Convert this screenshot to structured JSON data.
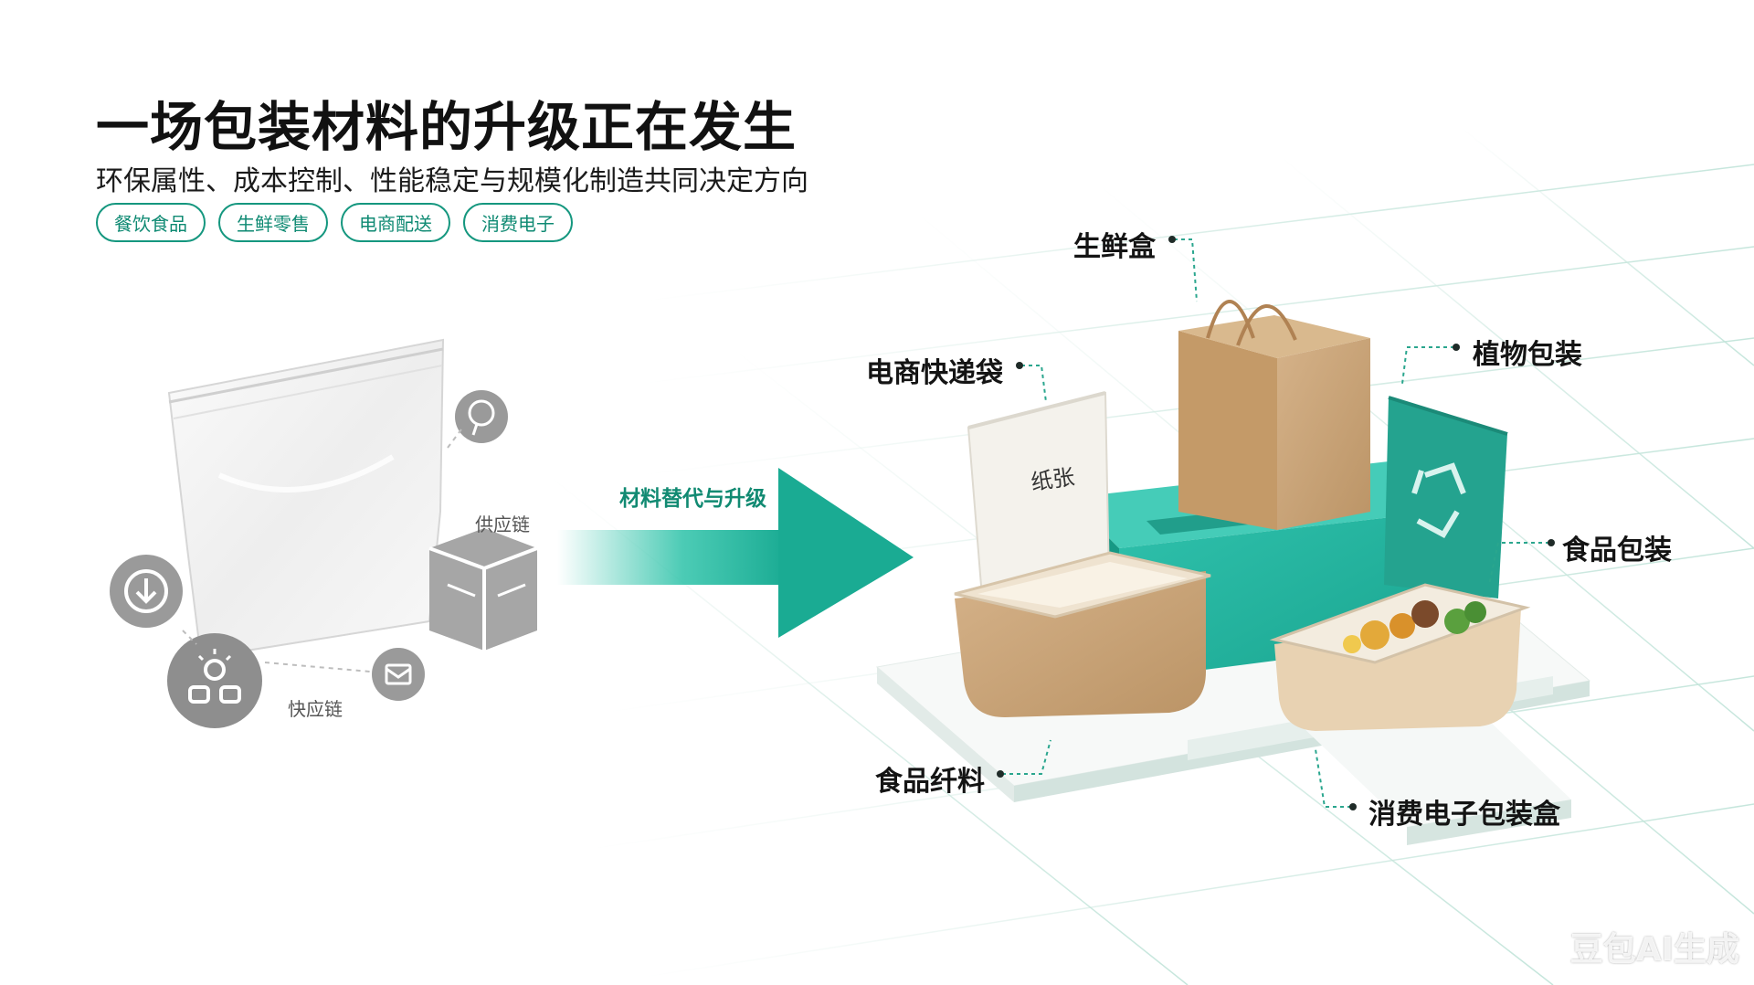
{
  "header": {
    "title": "一场包装材料的升级正在发生",
    "subtitle": "环保属性、成本控制、性能稳定与规模化制造共同决定方向",
    "tags": [
      "餐饮食品",
      "生鲜零售",
      "电商配送",
      "消费电子"
    ]
  },
  "left": {
    "label_top": "供应链",
    "label_bottom": "快应链"
  },
  "arrow": {
    "label": "材料替代与升级"
  },
  "products": {
    "paper_bag_text": "纸张",
    "labels": {
      "fresh_box": "生鲜盒",
      "ecommerce_bag": "电商快递袋",
      "plant_packaging": "植物包装",
      "food_packaging": "食品包装",
      "food_fiber": "食品纤料",
      "electronics_box": "消费电子包装盒"
    }
  },
  "watermark": "豆包AI生成",
  "colors": {
    "accent": "#19a98e",
    "teal_block": "#22b4a0",
    "kraft": "#c9a57a",
    "grey_icon": "#8e8e8e"
  }
}
